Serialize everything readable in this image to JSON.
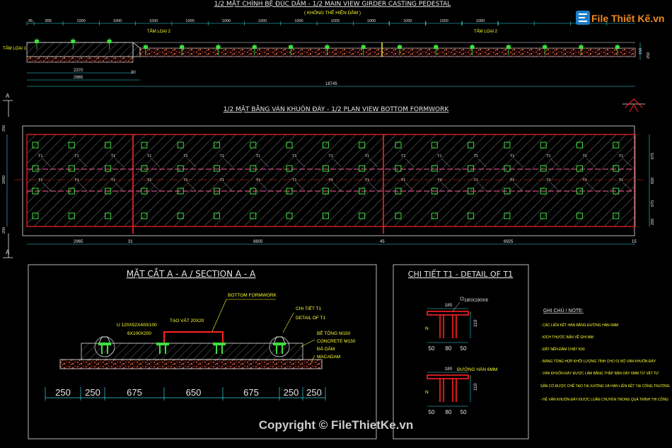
{
  "colors": {
    "background": "#000000",
    "frame": "#e6e6e6",
    "dim": "#37d6e6",
    "rebar": "#ff2222",
    "green": "#3ee03e",
    "yellow": "#ffff33",
    "hatch": "#d8d8d8",
    "gravel": "#cc4a3a",
    "white": "#ffffff",
    "logo_orange": "#f08a1c",
    "logo_blue": "#1d7fc9"
  },
  "main_view": {
    "title": "1/2 MẶT CHÍNH BỆ ĐÚC DẦM - 1/2 MAIN VIEW GIRDER CASTING PEDESTAL",
    "note": "( KHÔNG THỂ HIỆN DẦM )",
    "top_dims": [
      "95",
      "895",
      "1000",
      "1000",
      "1000",
      "1000",
      "1000",
      "1000",
      "1000",
      "1000",
      "1000",
      "1000",
      "1000",
      "1000"
    ],
    "plate_labels": [
      "TẤM LOẠI 1",
      "TẤM LOẠI 2",
      "TẤM LOẠI 2"
    ],
    "bottom_dims": [
      "2370",
      "2965",
      "30",
      "18745"
    ],
    "side_dims": [
      "150",
      "250"
    ]
  },
  "plan_view": {
    "title": "1/2 MẶT BẰNG VÁN KHUÔN ĐÁY - 1/2 PLAN VIEW BOTTOM FORMWORK",
    "section_mark": "A",
    "detail_tag": "T1",
    "left_dims": [
      "250",
      "2000",
      "250"
    ],
    "right_dims": [
      "675",
      "650",
      "675",
      "250"
    ],
    "bottom_dims": [
      "2965",
      "31",
      "8805",
      "45",
      "6925",
      "15"
    ]
  },
  "section_view": {
    "title": "MẶT CẮT A - A / SECTION A - A",
    "labels": {
      "bottom_formwork": "BOTTOM FORMWORK",
      "channel": "U 120X52X400/100",
      "plate": "6X100X200",
      "vat": "TẠO VÁT 20X20",
      "detail_vi": "CHI TIẾT T1",
      "detail_en": "DETAIL OF T1",
      "concrete_vi": "BÊ TÔNG M150",
      "concrete_en": "CONCRETE M150",
      "stone_vi": "ĐÁ DĂM",
      "stone_en": "MACADAM"
    },
    "dims": [
      "250",
      "250",
      "675",
      "650",
      "675",
      "250",
      "250"
    ]
  },
  "detail_view": {
    "title": "CHI TIẾT T1 - DETAIL OF T1",
    "plate": "180X180X6",
    "weld": "ĐƯỜNG HÀN 6MM",
    "width": "180",
    "height": "110",
    "bottom_dims": [
      "50",
      "80",
      "50"
    ],
    "tag": "N"
  },
  "notes": {
    "header": "GHI CHÚ / NOTE:",
    "items": [
      "- CÁC LIÊN KẾT HÀN BẰNG ĐƯỜNG HÀN 6MM",
      "- KÍCH THƯỚC BẢN VẼ GHI MM",
      "- ĐẤT NỀN ĐẦM CHẶT K90",
      "- BẢNG TỔNG HỢP KHỐI LƯỢNG TÍNH CHO 01 BỘ VÁN KHUÔN ĐÁY",
      "- VÁN KHUÔN ĐÁY ĐƯỢC LÀM BẰNG THÉP BẢN DÀY 6MM TỪ VẬT TƯ",
      "  SẴN CÓ ĐƯỢC CHẾ TẠO TẠI XƯỞNG VÀ HÀN LIÊN KẾT TẠI CÔNG TRƯỜNG",
      "- HỆ VÁN KHUÔN ĐÁY ĐƯỢC LUÂN CHUYỂN TRONG QUÁ TRÌNH THI CÔNG"
    ]
  },
  "watermark": {
    "logo_text": "File Thiết Kế.vn",
    "copyright": "Copyright © FileThietKe.vn"
  }
}
